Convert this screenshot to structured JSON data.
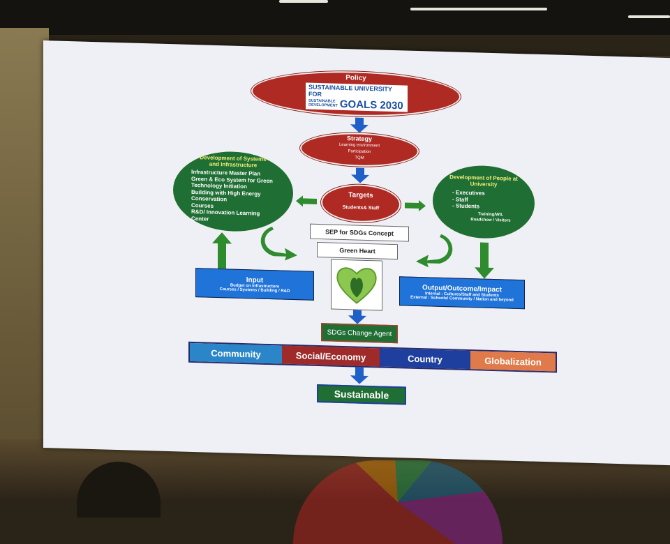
{
  "policy": {
    "title": "Policy",
    "logo_line1": "SUSTAINABLE UNIVERSITY FOR",
    "logo_line2a": "SUSTAINABLE",
    "logo_line2b": "DEVELOPMENT",
    "logo_goals": "GOALS 2030"
  },
  "strategy": {
    "title": "Strategy",
    "items": [
      "Learning environment",
      "Participation",
      "TQM"
    ]
  },
  "systems": {
    "title": "Development of Systems and Infrastructure",
    "items": [
      "Infrastructure Master Plan",
      "Green & Eco System for Green Technology Initiation",
      "Building with High Energy Conservation",
      "Courses",
      "R&D/ Innovation Learning Center"
    ]
  },
  "targets": {
    "title": "Targets",
    "subtitle": "Students& Staff"
  },
  "people": {
    "title": "Development of People at University",
    "items": [
      "- Executives",
      "- Staff",
      "- Students"
    ],
    "note": "Training/WIL Roadshow / Visitors"
  },
  "sep_box": "SEP for SDGs Concept",
  "green_heart": "Green Heart",
  "input": {
    "title": "Input",
    "line": "Budget on Infrastructure",
    "detail": "Courses / Systems / Building / R&D"
  },
  "output": {
    "title": "Output/Outcome/Impact",
    "internal": "Internal : Cultures/Staff and Students",
    "external": "External : Schools/ Community / Nation and beyond"
  },
  "change_agent": "SDGs Change Agent",
  "bar": {
    "community": "Community",
    "social": "Social/Economy",
    "country": "Country",
    "global": "Globalization"
  },
  "sustainable": "Sustainable",
  "colors": {
    "red": "#b02a24",
    "green": "#1f6e33",
    "blue": "#1f73d9",
    "arrow_blue": "#1f5fc8",
    "arrow_green": "#2e8b2e",
    "community": "#2a86c8",
    "social": "#9e2a2a",
    "country": "#1e3f9e",
    "global": "#e07a4a"
  }
}
